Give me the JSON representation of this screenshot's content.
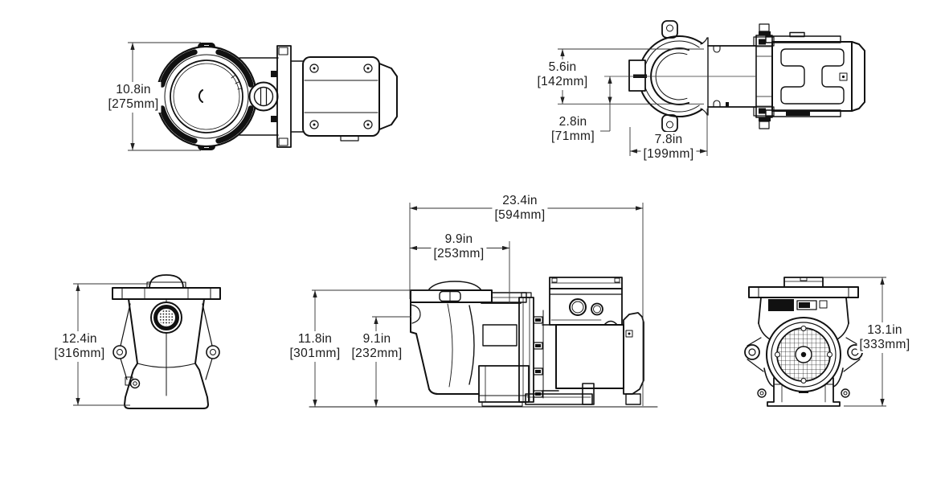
{
  "colors": {
    "line": "#111111",
    "dimension": "#333333",
    "background": "#ffffff"
  },
  "dims": {
    "top_width": {
      "in": "10.8in",
      "mm": "[275mm]"
    },
    "port_total_height": {
      "in": "5.6in",
      "mm": "[142mm]"
    },
    "port_center_height": {
      "in": "2.8in",
      "mm": "[71mm]"
    },
    "port_span": {
      "in": "7.8in",
      "mm": "[199mm]"
    },
    "front_height": {
      "in": "12.4in",
      "mm": "[316mm]"
    },
    "overall_length": {
      "in": "23.4in",
      "mm": "[594mm]"
    },
    "pot_length": {
      "in": "9.9in",
      "mm": "[253mm]"
    },
    "lid_height": {
      "in": "11.8in",
      "mm": "[301mm]"
    },
    "union_height": {
      "in": "9.1in",
      "mm": "[232mm]"
    },
    "rear_height": {
      "in": "13.1in",
      "mm": "[333mm]"
    }
  }
}
